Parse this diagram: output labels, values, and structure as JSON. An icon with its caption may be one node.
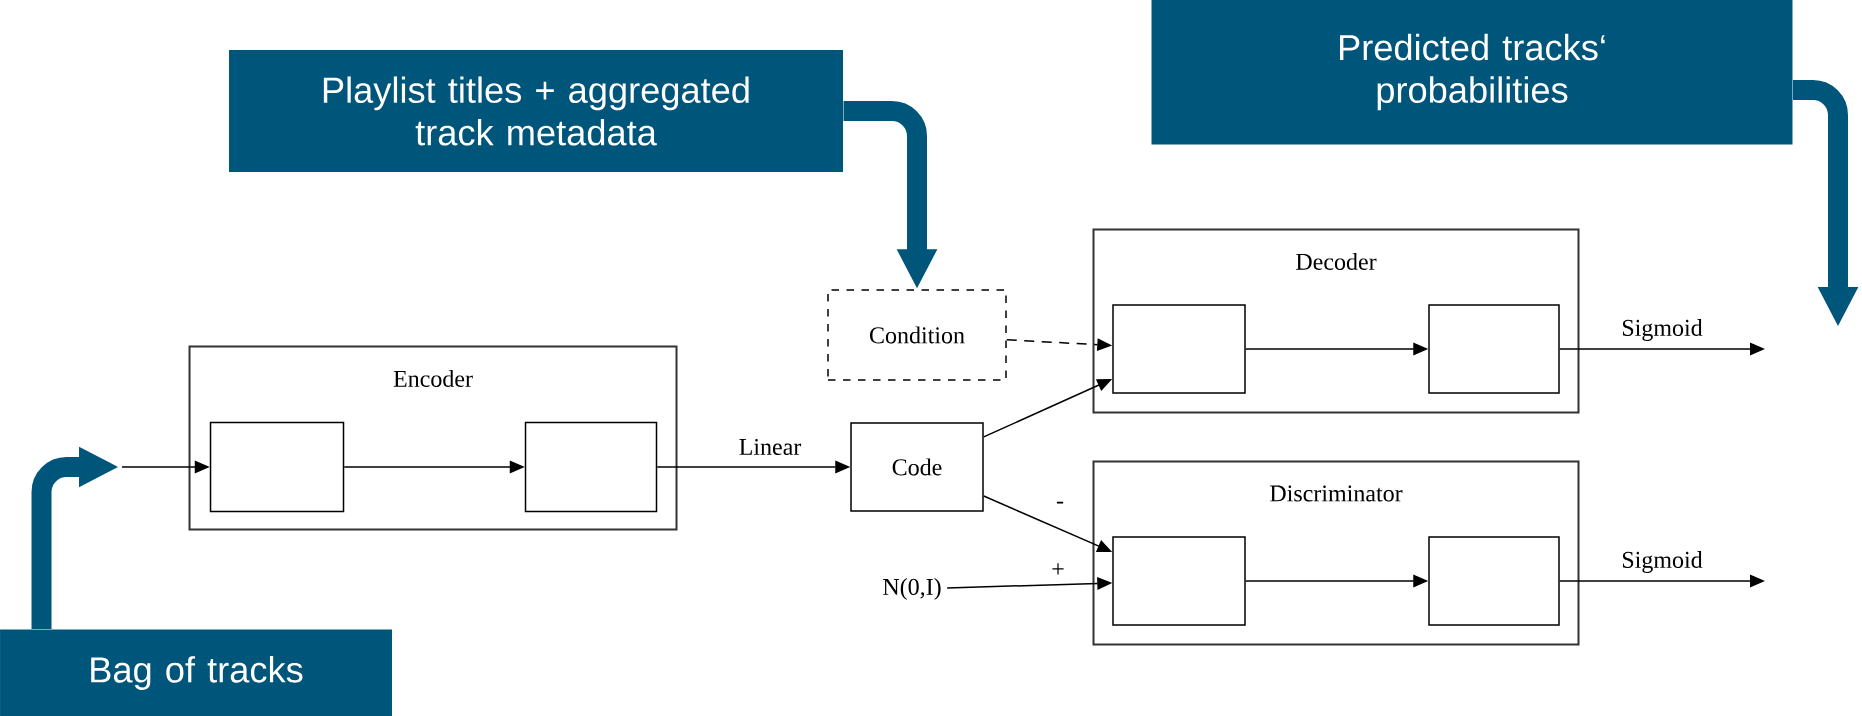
{
  "diagram": {
    "nodes": [
      {
        "text": [
          "Playlist titles + aggregated track metadata"
        ]
      },
      {
        "text": [
          "Predicted tracks‘ probabilities"
        ]
      },
      {
        "text": [
          "Bag of tracks"
        ]
      },
      {
        "text": [
          "Encoder"
        ]
      },
      {
        "text": [],
        "shape": "box",
        "in": 3
      },
      {
        "text": [],
        "shape": "box",
        "in": 3
      },
      {
        "text": [
          "Condition"
        ]
      },
      {
        "text": [
          "Code"
        ]
      },
      {
        "text": [
          "Decoder"
        ]
      },
      {
        "text": [],
        "shape": "box",
        "in": 8
      },
      {
        "text": [],
        "shape": "box",
        "in": 8
      },
      {
        "text": [
          "Discriminator"
        ]
      },
      {
        "text": [],
        "shape": "box",
        "in": 11
      },
      {
        "text": [],
        "shape": "box",
        "in": 11
      },
      {
        "text": [
          "N(0,I)"
        ]
      }
    ],
    "edges": [
      {
        "from": null,
        "to": 4,
        "arrow": "to"
      },
      {
        "from": 4,
        "to": 5,
        "arrow": "to"
      },
      {
        "from": 5,
        "to": 7,
        "arrow": "to",
        "label": "Linear"
      },
      {
        "from": 6,
        "to": 9,
        "arrow": "to",
        "style": "dashed"
      },
      {
        "from": 7,
        "to": 9,
        "arrow": "to"
      },
      {
        "from": 7,
        "to": 12,
        "arrow": "to",
        "label": "-"
      },
      {
        "from": 14,
        "to": 12,
        "arrow": "to",
        "label": "+"
      },
      {
        "from": 9,
        "to": 10,
        "arrow": "to"
      },
      {
        "from": 10,
        "to": null,
        "arrow": "to",
        "label": "Sigmoid"
      },
      {
        "from": 12,
        "to": 13,
        "arrow": "to"
      },
      {
        "from": 13,
        "to": null,
        "arrow": "to",
        "label": "Sigmoid"
      },
      {
        "from": 0,
        "to": 6,
        "arrow": "to",
        "style": "thick",
        "color": "#00557b"
      },
      {
        "from": 1,
        "to": null,
        "arrow": "to",
        "style": "thick",
        "color": "#00557b"
      },
      {
        "from": 2,
        "to": null,
        "arrow": "to",
        "style": "thick",
        "color": "#00557b"
      }
    ]
  }
}
